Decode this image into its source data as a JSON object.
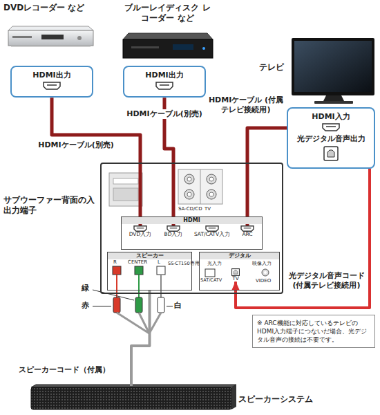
{
  "diagram": {
    "nodes": [
      {
        "text": [
          "DVDレコーダー など"
        ]
      },
      {
        "text": [
          "HDMI出力"
        ],
        "in": 0
      },
      {
        "text": [
          "ブルーレイディスク レコーダー など"
        ]
      },
      {
        "text": [
          "HDMI出力"
        ],
        "in": 2
      },
      {
        "text": [
          "テレビ"
        ]
      },
      {
        "text": [
          "HDMI入力",
          "光デジタル音声出力"
        ],
        "in": 4
      },
      {
        "text": [
          "サブウーファー背面の入出力端子"
        ]
      },
      {
        "text": [
          "HDMI"
        ],
        "in": 6
      },
      {
        "text": [
          "DVD入力"
        ],
        "in": 7
      },
      {
        "text": [
          "BD入力"
        ],
        "in": 7
      },
      {
        "text": [
          "SAT/CATV入力"
        ],
        "in": 7
      },
      {
        "text": [
          "ARC"
        ],
        "in": 7
      },
      {
        "text": [
          "スピーカー"
        ],
        "in": 6
      },
      {
        "text": [
          "デジタル"
        ],
        "in": 6
      },
      {
        "text": [
          "TV"
        ],
        "in": 13
      },
      {
        "text": [
          "スピーカーシステム"
        ]
      },
      {
        "text": [
          "※ ARC機能に対応しているテレビのHDMI入力端子につないだ場合、光デジタル音声の接続は不要です。"
        ]
      }
    ],
    "edges": [
      {
        "from": 1,
        "to": 8,
        "arrow": "to",
        "label": "HDMIケーブル(別売)"
      },
      {
        "from": 3,
        "to": 9,
        "arrow": "to",
        "label": "HDMIケーブル(別売)"
      },
      {
        "from": 5,
        "to": 11,
        "arrow": "to",
        "label": "HDMIケーブル (付属テレビ接続用)"
      },
      {
        "from": 5,
        "to": 14,
        "arrow": "to",
        "label": "光デジタル音声コード (付属テレビ接続用)"
      },
      {
        "from": 12,
        "to": 15,
        "arrow": "none",
        "label": "スピーカーコード（付属）"
      }
    ],
    "labels": [
      "SA-CD/CD",
      "TV",
      "R",
      "CENTER",
      "L",
      "SS-CT150専用",
      "光入力",
      "SAT/CATV",
      "映像入力",
      "VIDEO",
      "緑",
      "赤",
      "白"
    ]
  }
}
